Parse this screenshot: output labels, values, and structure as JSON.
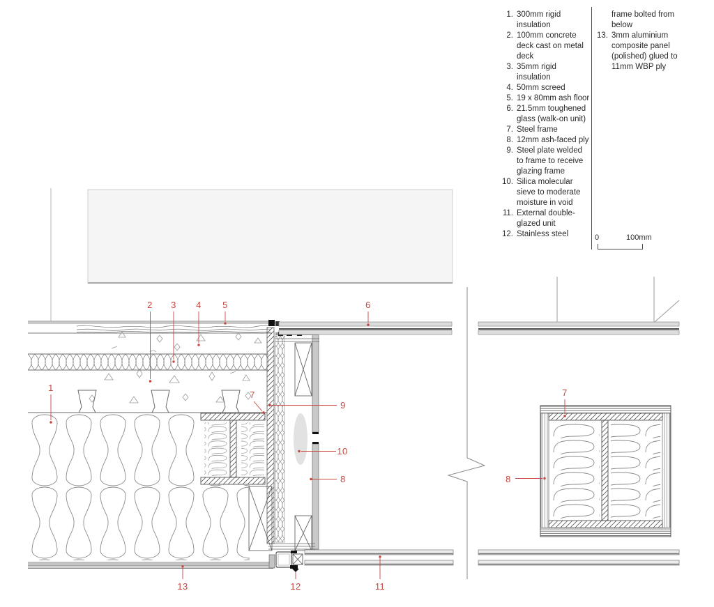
{
  "colors": {
    "accent_red": "#c7453f",
    "line_dark": "#4d4d4d",
    "legend_text": "#2a2a2a",
    "wall_fill": "#f5f5f6",
    "glass_fill": "#dcdcdc",
    "ply_fill": "#c9c9c9"
  },
  "legend": {
    "column1": [
      {
        "num": "1.",
        "text": "300mm rigid insulation"
      },
      {
        "num": "2.",
        "text": "100mm concrete deck cast on metal deck"
      },
      {
        "num": "3.",
        "text": "35mm rigid insulation"
      },
      {
        "num": "4.",
        "text": "50mm screed"
      },
      {
        "num": "5.",
        "text": "19 x 80mm ash floor"
      },
      {
        "num": "6.",
        "text": "21.5mm toughened glass (walk-on unit)"
      },
      {
        "num": "7.",
        "text": "Steel frame"
      },
      {
        "num": "8.",
        "text": "12mm ash-faced ply"
      },
      {
        "num": "9.",
        "text": "Steel plate welded to frame to receive glazing frame"
      },
      {
        "num": "10.",
        "text": "Silica molecular sieve to moderate moisture in void"
      },
      {
        "num": "11.",
        "text": "External double-glazed unit"
      },
      {
        "num": "12.",
        "text": "Stainless steel"
      }
    ],
    "column2": [
      {
        "num": "",
        "text": "frame bolted from below"
      },
      {
        "num": "13.",
        "text": "3mm aluminium composite panel (polished) glued to 11mm WBP ply"
      }
    ],
    "scale": {
      "start_label": "0",
      "end_label": "100mm"
    }
  },
  "callouts": {
    "c1": {
      "text": "1"
    },
    "c2": {
      "text": "2"
    },
    "c3": {
      "text": "3"
    },
    "c4": {
      "text": "4"
    },
    "c5": {
      "text": "5"
    },
    "c6": {
      "text": "6"
    },
    "c7a": {
      "text": "7"
    },
    "c8a": {
      "text": "8"
    },
    "c9": {
      "text": "9"
    },
    "c10": {
      "text": "10"
    },
    "c11": {
      "text": "11"
    },
    "c12": {
      "text": "12"
    },
    "c13": {
      "text": "13"
    },
    "c7b": {
      "text": "7"
    },
    "c8b": {
      "text": "8"
    }
  }
}
